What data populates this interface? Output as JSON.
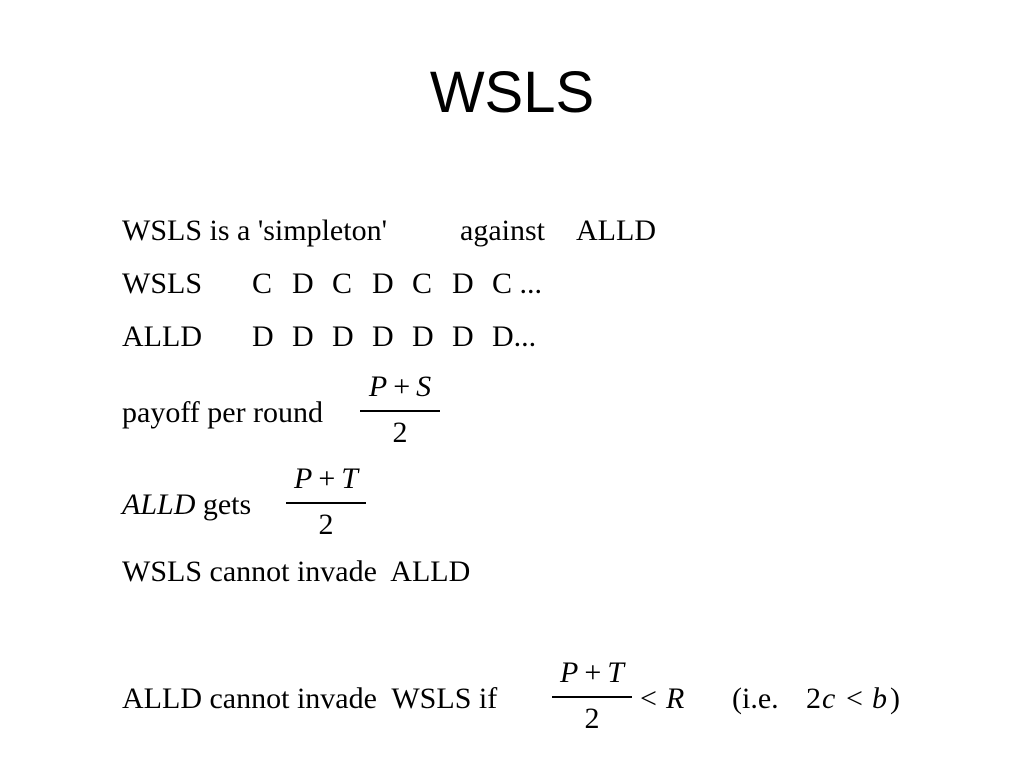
{
  "slide": {
    "title": "WSLS",
    "line1": {
      "subject": "WSLS is a 'simpleton'",
      "against": "against",
      "opponent": "ALLD"
    },
    "wsls_row": {
      "label": "WSLS",
      "moves": [
        "C",
        "D",
        "C",
        "D",
        "C",
        "D",
        "C ..."
      ]
    },
    "alld_row": {
      "label": "ALLD",
      "moves": [
        "D",
        "D",
        "D",
        "D",
        "D",
        "D",
        "D..."
      ]
    },
    "payoff": {
      "label": "payoff per round",
      "num_a": "P",
      "plus": "+",
      "num_b": "S",
      "den": "2"
    },
    "alld_gets": {
      "label_italic": "ALLD",
      "label": "gets",
      "num_a": "P",
      "plus": "+",
      "num_b": "T",
      "den": "2"
    },
    "cannot_invade_1": "WSLS cannot invade  ALLD",
    "cannot_invade_2": {
      "label": "ALLD cannot invade  WSLS if",
      "num_a": "P",
      "plus": "+",
      "num_b": "T",
      "den": "2",
      "lt": "<",
      "rhs": "R",
      "paren_open": "(i.e.",
      "two": "2",
      "c": "c",
      "lt2": "<",
      "b": "b",
      "paren_close": ")"
    }
  }
}
